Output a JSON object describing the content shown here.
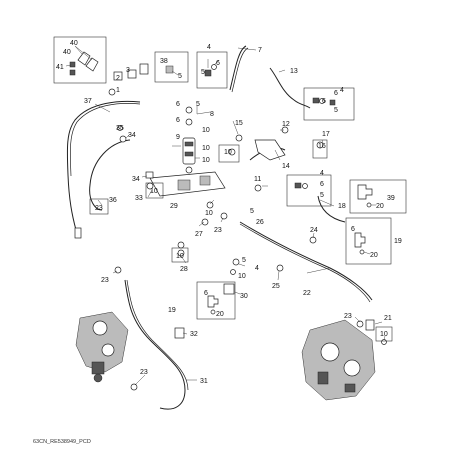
{
  "callouts": {
    "c1": "1",
    "c2": "2",
    "c3": "3",
    "c4": "4",
    "c5": "5",
    "c6": "6",
    "c7": "7",
    "c8": "8",
    "c9": "9",
    "c10": "10",
    "c11": "11",
    "c12": "12",
    "c13": "13",
    "c14": "14",
    "c15": "15",
    "c16": "16",
    "c17": "17",
    "c18": "18",
    "c19": "19",
    "c20": "20",
    "c21": "21",
    "c22": "22",
    "c23": "23",
    "c24": "24",
    "c25": "25",
    "c26": "26",
    "c27": "27",
    "c28": "28",
    "c29": "29",
    "c30": "30",
    "c31": "31",
    "c32": "32",
    "c33": "33",
    "c34": "34",
    "c35": "35",
    "c36": "36",
    "c37": "37",
    "c38": "38",
    "c39": "39",
    "c40": "40",
    "c41": "41"
  },
  "figure_code": "63CN_RE538949_PCD"
}
